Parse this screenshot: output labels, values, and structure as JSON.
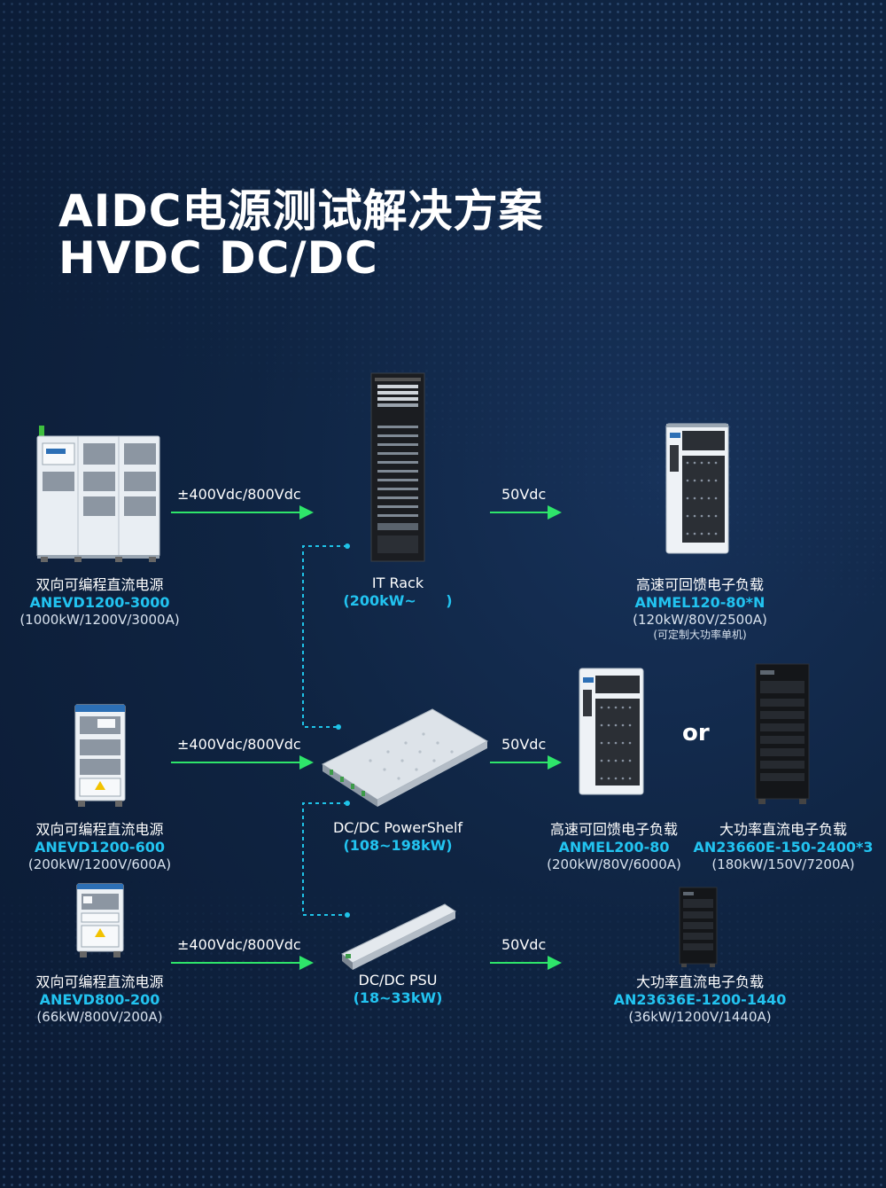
{
  "title": {
    "line1": "AIDC电源测试解决方案",
    "line2": "HVDC DC/DC"
  },
  "sources": [
    {
      "name": "双向可编程直流电源",
      "model": "ANEVD1200-3000",
      "spec": "(1000kW/1200V/3000A)"
    },
    {
      "name": "双向可编程直流电源",
      "model": "ANEVD1200-600",
      "spec": "(200kW/1200V/600A)"
    },
    {
      "name": "双向可编程直流电源",
      "model": "ANEVD800-200",
      "spec": "(66kW/800V/200A)"
    }
  ],
  "input_voltage": "±400Vdc/800Vdc",
  "output_voltage": "50Vdc",
  "dut": [
    {
      "name": "IT Rack",
      "spec": "(200kW~      )"
    },
    {
      "name": "DC/DC PowerShelf",
      "spec": "(108~198kW)"
    },
    {
      "name": "DC/DC PSU",
      "spec": "(18~33kW)"
    }
  ],
  "loads": [
    {
      "name": "高速可回馈电子负载",
      "model": "ANMEL120-80*N",
      "spec": "(120kW/80V/2500A)",
      "note": "(可定制大功率单机)"
    },
    {
      "name": "高速可回馈电子负载",
      "model": "ANMEL200-80",
      "spec": "(200kW/80V/6000A)"
    },
    {
      "name": "大功率直流电子负载",
      "model": "AN23660E-150-2400*3",
      "spec": "(180kW/150V/7200A)"
    },
    {
      "name": "大功率直流电子负载",
      "model": "AN23636E-1200-1440",
      "spec": "(36kW/1200V/1440A)"
    }
  ],
  "or_text": "or",
  "colors": {
    "background": "#0f2442",
    "accent_model": "#22c3f0",
    "arrow_green": "#2ee56a",
    "dashed_connector": "#1fc3e8"
  }
}
